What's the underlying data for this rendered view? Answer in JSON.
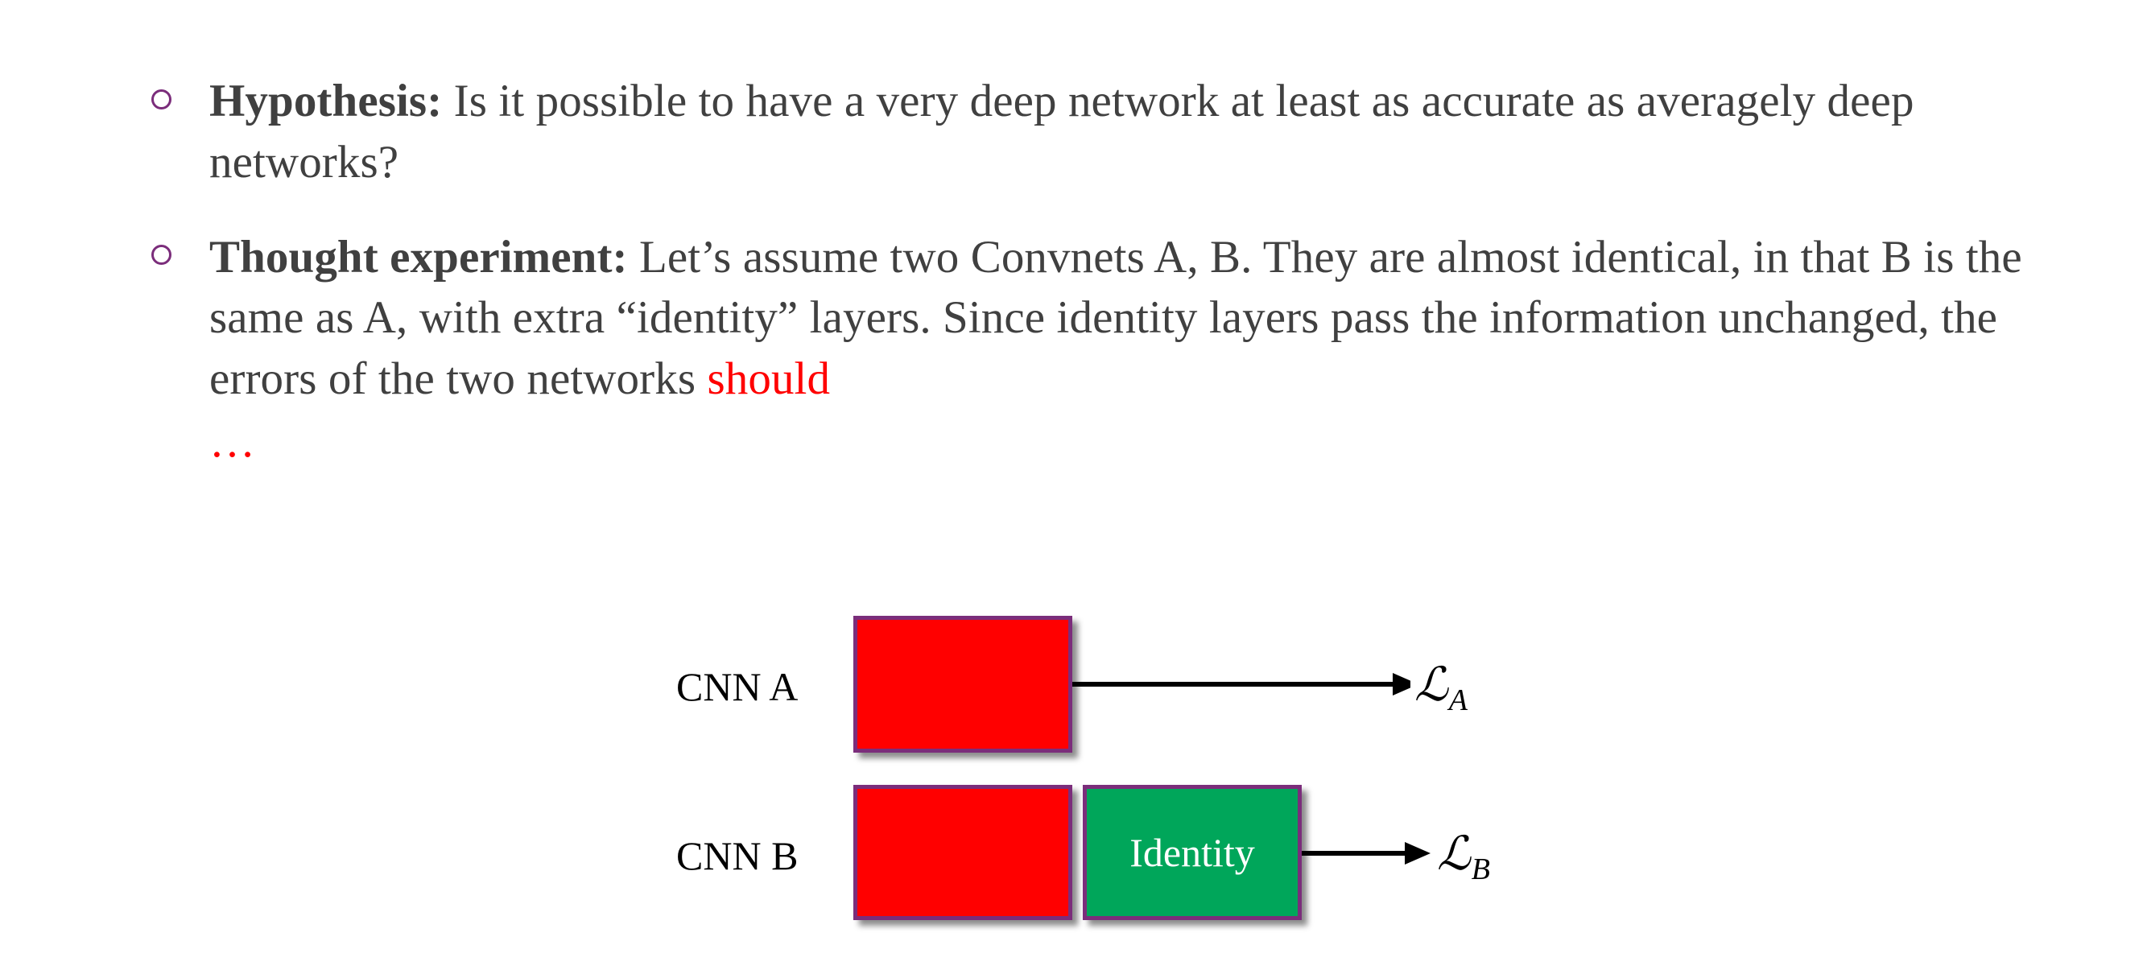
{
  "slide": {
    "background_color": "#ffffff",
    "body_text_color": "#404040",
    "bullet_marker_color": "#7B2D7B",
    "highlight_color": "#FF0000"
  },
  "bullets": [
    {
      "marker": "hollow-circle",
      "lead_label": "Hypothesis:",
      "body": " Is it possible to have a very deep network at least as accurate as averagely deep networks?"
    },
    {
      "marker": "hollow-circle",
      "lead_label": "Thought experiment:",
      "body": " Let’s assume two Convnets A, B. They are almost identical, in that B is the same as A, with extra “identity” layers. Since identity layers pass the information unchanged, the errors of the two networks ",
      "highlight": "should",
      "continuation": "…"
    }
  ],
  "diagram": {
    "rows": [
      {
        "name": "cnn-a",
        "label": "CNN A",
        "blocks": [
          {
            "name": "cnn-a-body",
            "label": "",
            "color": "#FF0000",
            "border_color": "#7B2D7B"
          }
        ],
        "output": {
          "symbol": "ℒ",
          "subscript": "A"
        }
      },
      {
        "name": "cnn-b",
        "label": "CNN B",
        "blocks": [
          {
            "name": "cnn-b-body",
            "label": "",
            "color": "#FF0000",
            "border_color": "#7B2D7B"
          },
          {
            "name": "identity-layer",
            "label": "Identity",
            "color": "#00A65A",
            "border_color": "#7B2D7B"
          }
        ],
        "output": {
          "symbol": "ℒ",
          "subscript": "B"
        }
      }
    ]
  }
}
